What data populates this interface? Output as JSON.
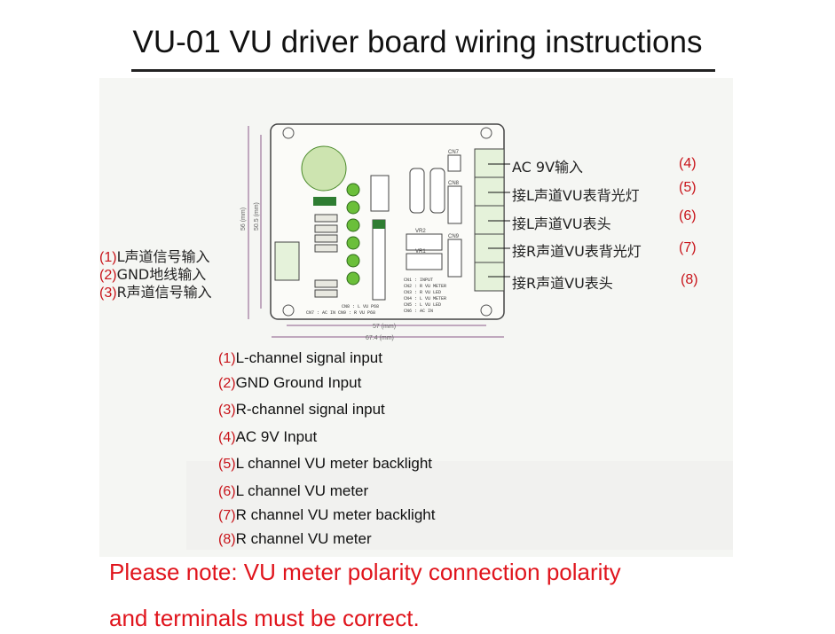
{
  "title": "VU-01 VU driver board wiring instructions",
  "board": {
    "dims": {
      "height_outer": "56 (mm)",
      "height_inner": "50.5 (mm)",
      "width_inner": "57 (mm)",
      "width_outer": "67.4 (mm)"
    },
    "legend": [
      "CN1 : INPUT",
      "CN2 : R VU METER",
      "CN3 : R VU LED",
      "CN4 : L VU METER",
      "CN5 : L VU LED",
      "CN6 : AC IN"
    ],
    "legend_left": [
      "CN8 : L VU P68",
      "CN7 : AC IN  CN9 : R VU P68"
    ],
    "parts": {
      "cn7": "CN7",
      "cn8": "CN8",
      "cn9": "CN9",
      "vr1": "VR1",
      "vr2": "VR2"
    }
  },
  "left_labels": [
    {
      "num": "(1)",
      "text": "L声道信号输入"
    },
    {
      "num": "(2)",
      "text": "GND地线输入"
    },
    {
      "num": "(3)",
      "text": "R声道信号输入"
    }
  ],
  "right_labels": [
    {
      "num": "(4)",
      "text": "AC 9V输入"
    },
    {
      "num": "(5)",
      "text": "接L声道VU表背光灯"
    },
    {
      "num": "(6)",
      "text": "接L声道VU表头"
    },
    {
      "num": "(7)",
      "text": "接R声道VU表背光灯"
    },
    {
      "num": "(8)",
      "text": "接R声道VU表头"
    }
  ],
  "list": [
    {
      "num": "(1)",
      "text": "L-channel signal input"
    },
    {
      "num": "(2)",
      "text": "GND Ground Input"
    },
    {
      "num": "(3)",
      "text": "R-channel signal input"
    },
    {
      "num": "(4)",
      "text": "AC 9V Input"
    },
    {
      "num": "(5)",
      "text": "L channel VU meter backlight"
    },
    {
      "num": "(6)",
      "text": "L channel VU meter"
    },
    {
      "num": "(7)",
      "text": "R channel VU meter backlight"
    },
    {
      "num": "(8)",
      "text": "R channel VU meter"
    }
  ],
  "note": [
    "Please note: VU meter polarity connection polarity",
    "and terminals must be correct."
  ]
}
